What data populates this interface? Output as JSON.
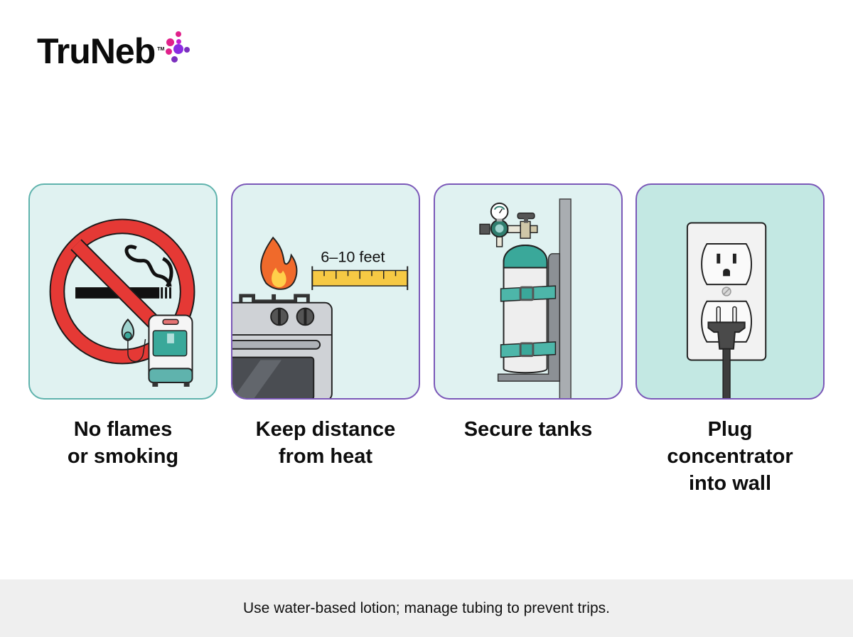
{
  "brand": {
    "name": "TruNeb",
    "trademark": "TM",
    "dot_colors": [
      "#e0218a",
      "#8a2be2",
      "#c21fd0",
      "#7b2fbe"
    ]
  },
  "colors": {
    "card_bg": "#e0f2f1",
    "card_bg_alt": "#c3e8e3",
    "border_teal": "#5fb3ad",
    "border_purple": "#7b58b8",
    "prohibit_red": "#e53935",
    "flame_orange": "#f06a2b",
    "tank_teal": "#3aa89a",
    "footer_bg": "#efefef"
  },
  "cards": [
    {
      "id": "no-flames",
      "icon": "no-smoking-icon",
      "caption_lines": [
        "No flames",
        "or smoking"
      ]
    },
    {
      "id": "distance-heat",
      "icon": "stove-flame-icon",
      "measure_label": "6–10 feet",
      "caption_lines": [
        "Keep distance",
        "from heat"
      ]
    },
    {
      "id": "secure-tanks",
      "icon": "oxygen-tank-icon",
      "caption_lines": [
        "Secure tanks"
      ]
    },
    {
      "id": "wall-plug",
      "icon": "wall-outlet-icon",
      "caption_lines": [
        "Plug",
        "concentrator",
        "into wall"
      ]
    }
  ],
  "footer": {
    "text": "Use water-based lotion; manage tubing to prevent trips."
  }
}
